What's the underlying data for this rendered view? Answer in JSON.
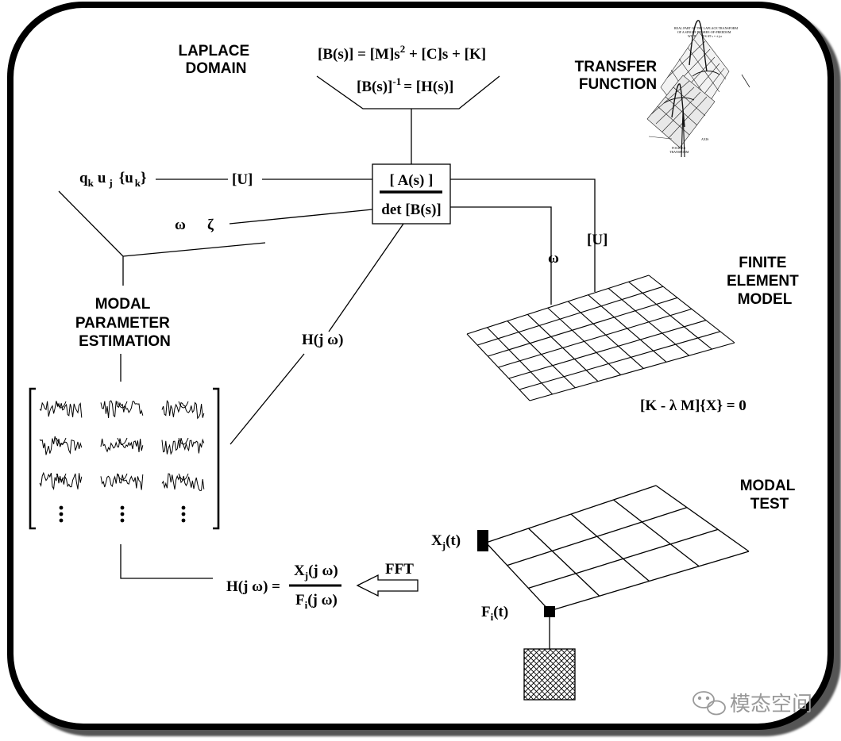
{
  "labels": {
    "laplace_domain": [
      "LAPLACE",
      "DOMAIN"
    ],
    "transfer_function": [
      "TRANSFER",
      "FUNCTION"
    ],
    "finite_element_model": [
      "FINITE",
      "ELEMENT",
      "MODEL"
    ],
    "modal_parameter_estimation": [
      "MODAL",
      "PARAMETER",
      "ESTIMATION"
    ],
    "modal_test": [
      "MODAL",
      "TEST"
    ]
  },
  "equations": {
    "b_of_s": {
      "lhs": "[B(s)] = [M]s",
      "sup": "2",
      "rhs": " + [C]s + [K]"
    },
    "b_inverse": {
      "base": "[B(s)]",
      "sup": "-1",
      "rhs": "= [H(s)]"
    },
    "eigen": "[K -  λ M]{X} = 0",
    "frf_lhs": "H(j ω) =",
    "frf_num": {
      "base": "X",
      "sub": "j",
      "rest": "(j ω)"
    },
    "frf_den": {
      "base": "F",
      "sub": "i",
      "rest": "(j ω)"
    }
  },
  "box": {
    "numerator": "[ A(s) ]",
    "denominator": "det [B(s)]"
  },
  "modal_params": {
    "q": "q",
    "q_sub": "k",
    "u": "u",
    "u_sub": "j",
    "uk": "{u",
    "uk_sub": "k",
    "uk_end": "}",
    "omega": "ω",
    "zeta": "ζ"
  },
  "links": {
    "u_matrix_left": "[U]",
    "u_matrix_right": "[U]",
    "omega_right": "ω",
    "h_jw": "H(j ω)",
    "fft": "FFT"
  },
  "test": {
    "response": {
      "base": "X",
      "sub": "j",
      "rest": "(t)"
    },
    "force": {
      "base": "F",
      "sub": "i",
      "rest": "(t)"
    }
  },
  "watermark": "模态空间"
}
